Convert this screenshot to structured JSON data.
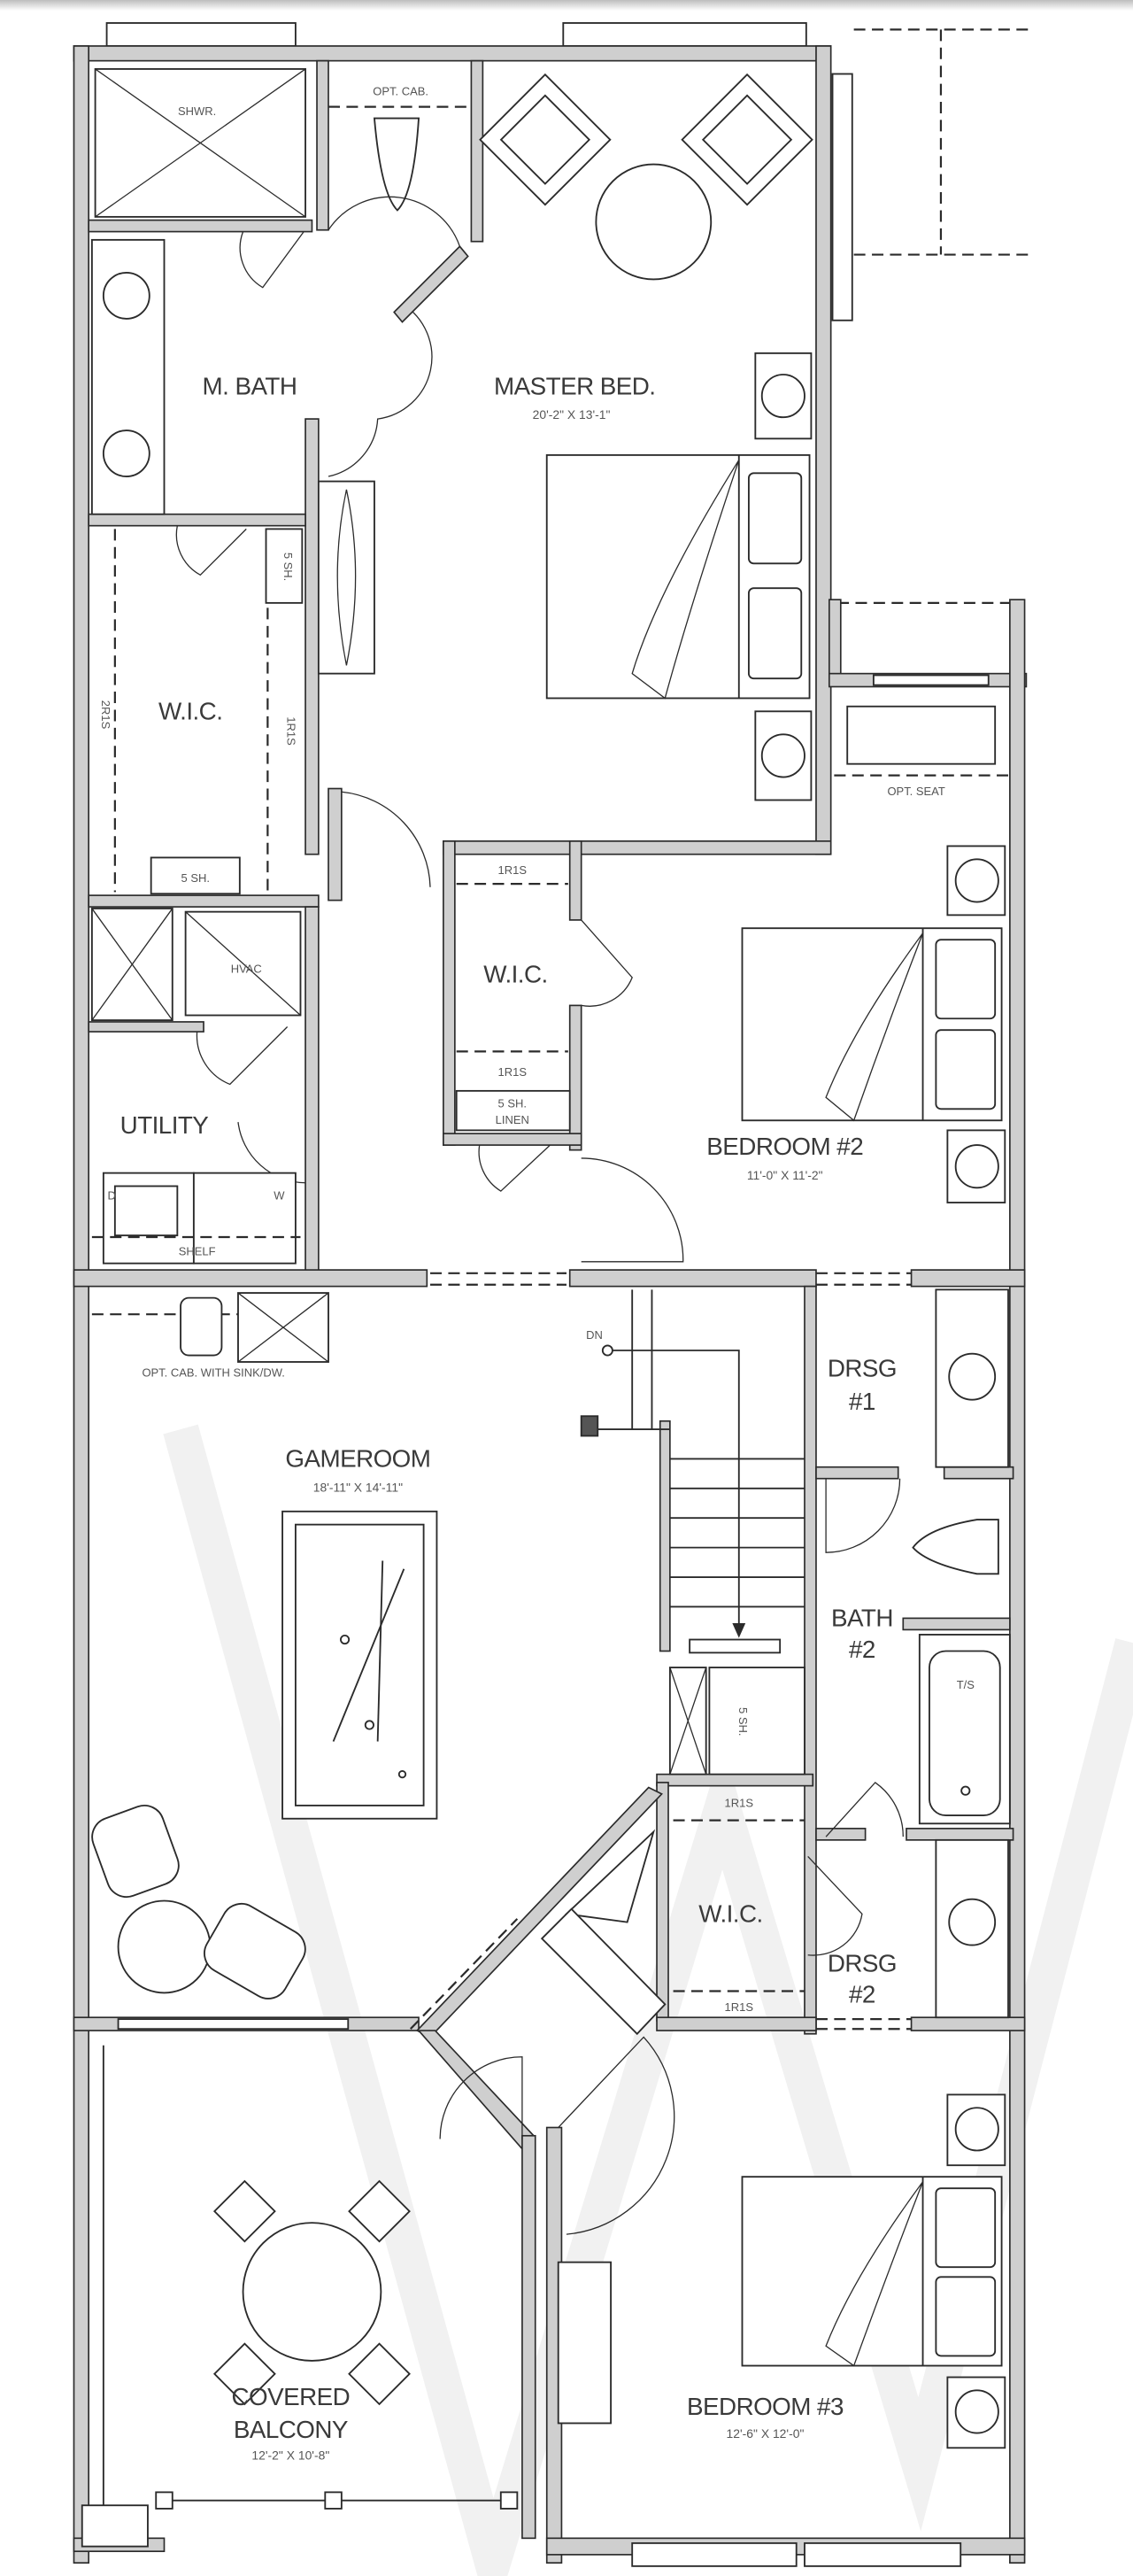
{
  "rooms": {
    "master_bath": {
      "name": "M. BATH"
    },
    "shower": {
      "label": "SHWR."
    },
    "opt_cab": {
      "label": "OPT. CAB."
    },
    "master_bed": {
      "name": "MASTER BED.",
      "dims": "20'-2\" X 13'-1\""
    },
    "master_wic": {
      "name": "W.I.C.",
      "shelf_left": "2R1S",
      "shelf_right": "1R1S",
      "shelves_top": "5 SH.",
      "shelves_bottom": "5 SH."
    },
    "hvac": {
      "label": "HVAC"
    },
    "utility": {
      "name": "UTILITY",
      "dryer": "D",
      "washer": "W",
      "shelf": "SHELF"
    },
    "opt_seat": {
      "label": "OPT. SEAT"
    },
    "bedroom2": {
      "name": "BEDROOM #2",
      "dims": "11'-0\" X 11'-2\""
    },
    "bedroom2_wic": {
      "name": "W.I.C.",
      "shelf_top": "1R1S",
      "shelf_bottom": "1R1S",
      "linen": "5 SH.",
      "linen2": "LINEN"
    },
    "gameroom": {
      "name": "GAMEROOM",
      "dims": "18'-11\" X 14'-11\"",
      "opt_cab": "OPT. CAB. WITH SINK/DW."
    },
    "stairs": {
      "label": "DN"
    },
    "drsg1": {
      "name": "DRSG",
      "num": "#1"
    },
    "bath2": {
      "name": "BATH",
      "num": "#2",
      "tub": "T/S"
    },
    "closet": {
      "label": "5 SH."
    },
    "wic3": {
      "name": "W.I.C.",
      "shelf_top": "1R1S",
      "shelf_bottom": "1R1S"
    },
    "drsg2": {
      "name": "DRSG",
      "num": "#2"
    },
    "balcony": {
      "name1": "COVERED",
      "name2": "BALCONY",
      "dims": "12'-2\" X 10'-8\""
    },
    "bedroom3": {
      "name": "BEDROOM #3",
      "dims": "12'-6\" X 12'-0\""
    }
  },
  "colors": {
    "wall_fill": "#cfcfcf",
    "line": "#2b2b2b",
    "watermark": "#f1f1f1"
  }
}
